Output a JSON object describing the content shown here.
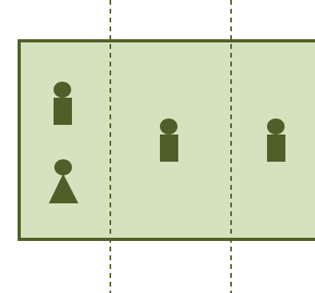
{
  "diagram": {
    "colors": {
      "panel_fill": "#d6e2bd",
      "stroke": "#4f5f28",
      "figure": "#4f5f28",
      "background": "#ffffff"
    },
    "columns": [
      {
        "name": "left-column",
        "figures": [
          {
            "kind": "male-figure-icon"
          },
          {
            "kind": "female-figure-icon"
          }
        ]
      },
      {
        "name": "middle-column",
        "figures": [
          {
            "kind": "male-figure-icon"
          }
        ]
      },
      {
        "name": "right-column",
        "figures": [
          {
            "kind": "male-figure-icon"
          }
        ]
      }
    ],
    "dividers": [
      {
        "style": "dashed"
      },
      {
        "style": "dashed"
      }
    ]
  }
}
